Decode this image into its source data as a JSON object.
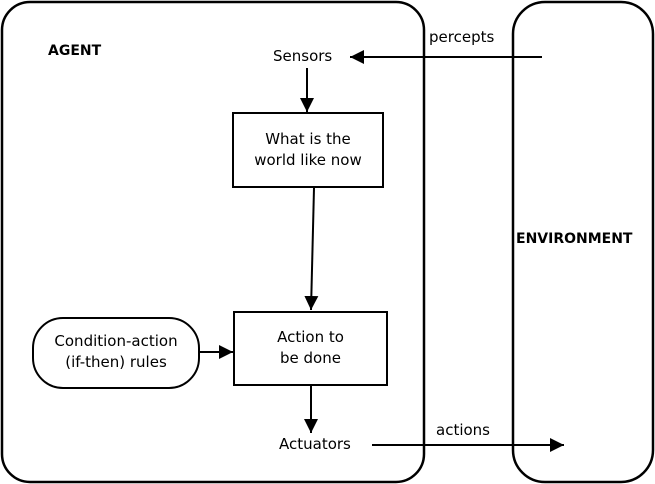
{
  "agent": {
    "label": "AGENT",
    "sensors": "Sensors",
    "state_box": {
      "line1": "What is the",
      "line2": "world like now"
    },
    "rules_box": {
      "line1": "Condition-action",
      "line2": "(if-then) rules"
    },
    "action_box": {
      "line1": "Action to",
      "line2": "be done"
    },
    "actuators": "Actuators"
  },
  "environment": {
    "label": "ENVIRONMENT"
  },
  "flows": {
    "percepts": "percepts",
    "actions": "actions"
  }
}
